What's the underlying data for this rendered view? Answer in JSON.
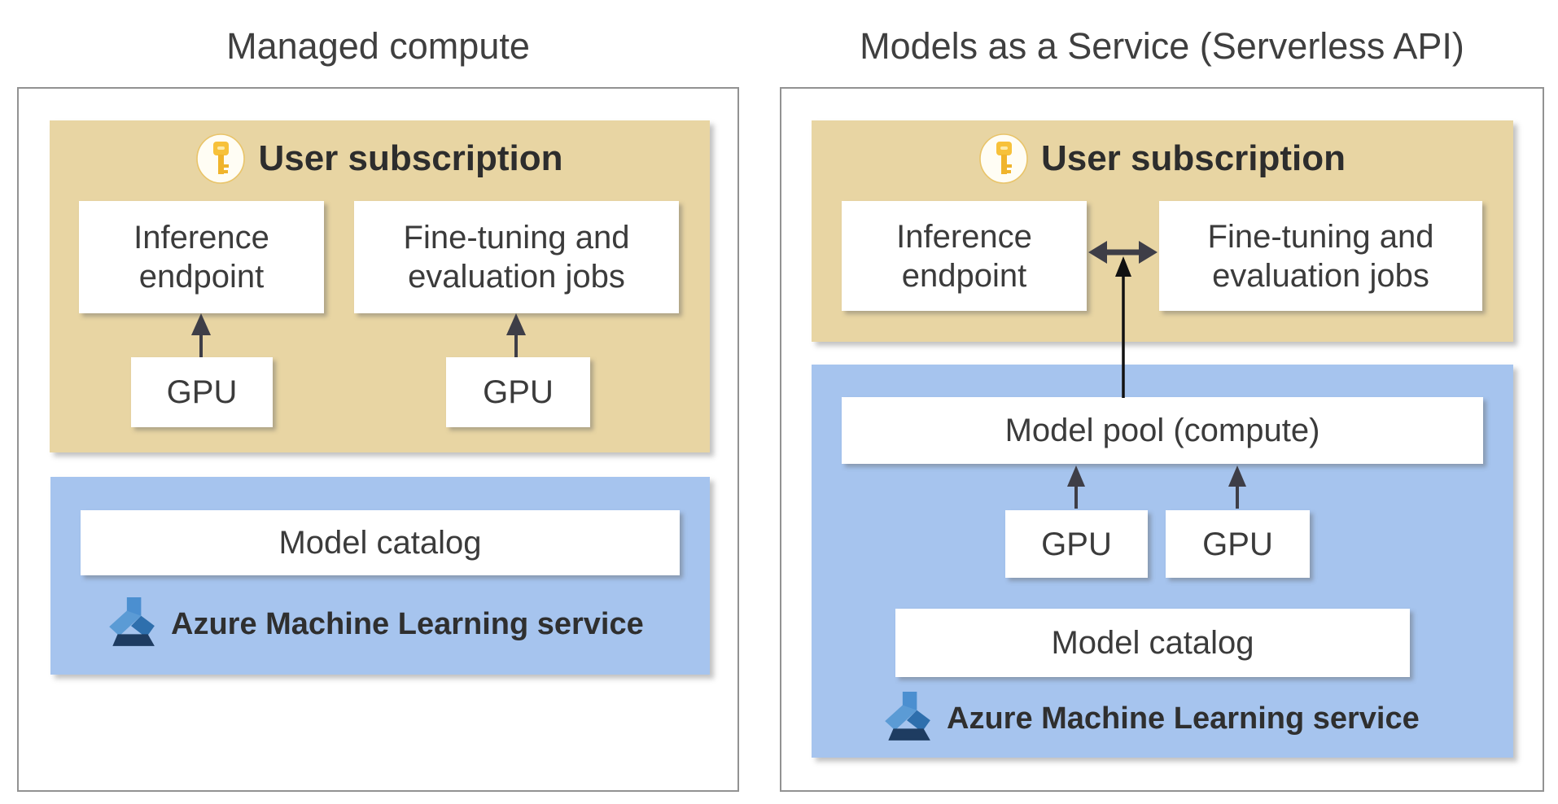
{
  "left_panel": {
    "title": "Managed compute",
    "user_subscription": {
      "label": "User subscription"
    },
    "inference_box_label": "Inference\nendpoint",
    "finetuning_box_label": "Fine-tuning and\nevaluation jobs",
    "gpu_boxes": [
      "GPU",
      "GPU"
    ],
    "model_catalog_label": "Model catalog",
    "aml_label": "Azure Machine Learning service"
  },
  "right_panel": {
    "title": "Models as a Service (Serverless API)",
    "user_subscription": {
      "label": "User subscription"
    },
    "inference_box_label": "Inference\nendpoint",
    "finetuning_box_label": "Fine-tuning and\nevaluation jobs",
    "model_pool_label": "Model pool (compute)",
    "gpu_boxes": [
      "GPU",
      "GPU"
    ],
    "model_catalog_label": "Model catalog",
    "aml_label": "Azure Machine Learning service"
  },
  "icons": {
    "key": "key-icon",
    "azure_ml_flask": "azure-ml-flask-icon",
    "up_arrow": "up-arrow-icon",
    "double_arrow": "double-headed-arrow-icon"
  },
  "colors": {
    "subscription_zone_bg": "#e8d5a3",
    "aml_zone_bg": "#a6c4ee",
    "panel_border": "#929292",
    "text_dark": "#3b3b3b",
    "arrow_dark": "#3e3e47",
    "key_gold": "#f2b62e",
    "key_badge_bg": "#fffdf4",
    "key_badge_border": "#e9c469",
    "flask_light_blue": "#5b9bd5",
    "flask_mid_blue": "#2e6fad",
    "flask_dark_blue": "#1e3c61"
  }
}
